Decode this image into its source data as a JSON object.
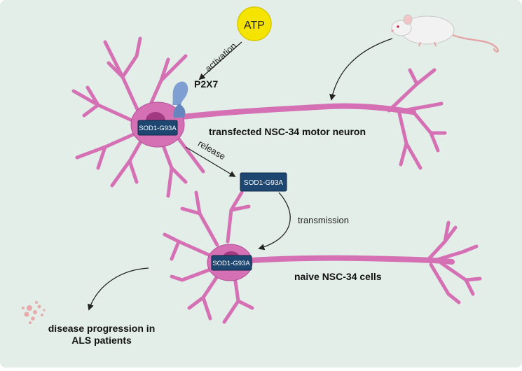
{
  "colors": {
    "background": "#e4eee9",
    "neuron": "#d470b3",
    "neuron_edge": "#b44f98",
    "nucleus": "#a23a82",
    "atp": "#f5e400",
    "protein_box": "#1d4670",
    "receptor": "#7f9fd3",
    "mouse": "#f2f2f2",
    "debris": "#e69a9a"
  },
  "labels": {
    "atp": "ATP",
    "activation": "activation",
    "p2x7": "P2X7",
    "protein": "SOD1-G93A",
    "release": "release",
    "transmission": "transmission",
    "neuron_top": "transfected NSC-34 motor neuron",
    "neuron_bottom": "naive NSC-34 cells",
    "disease_line1": "disease progression in",
    "disease_line2": "ALS patients"
  },
  "icons": [
    "mouse-icon",
    "atp-molecule-icon",
    "p2x7-receptor-icon",
    "neuron-icon",
    "cell-debris-icon"
  ]
}
